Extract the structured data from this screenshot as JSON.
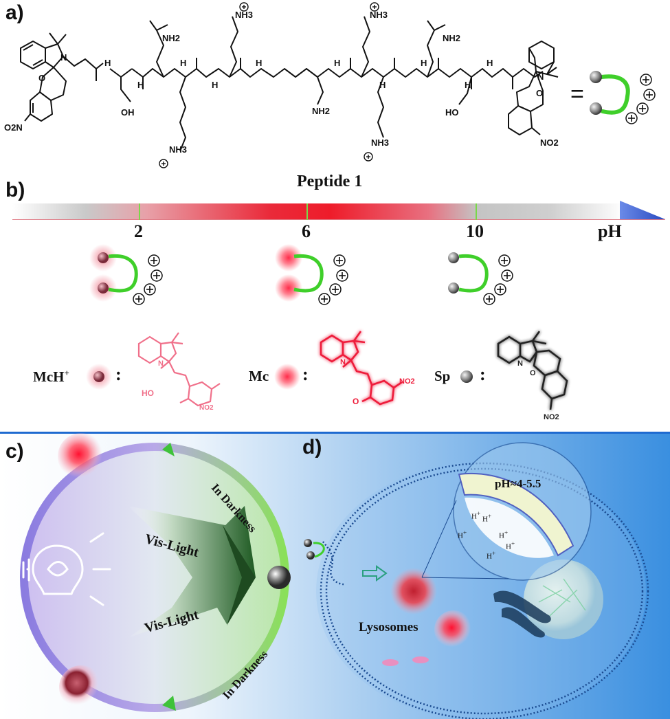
{
  "panels": {
    "a": "a)",
    "b": "b)",
    "c": "c)",
    "d": "d)"
  },
  "panel_a": {
    "groups": [
      "NH2",
      "NH2",
      "NH2",
      "NH3",
      "NH3",
      "NH3",
      "NH3",
      "OH",
      "HO",
      "O2N",
      "NO2",
      "N",
      "N",
      "O",
      "O",
      "H",
      "H",
      "H",
      "H",
      "H",
      "H",
      "H",
      "H",
      "H",
      "H"
    ],
    "equals": "=",
    "caption": "Peptide 1"
  },
  "panel_b": {
    "ticks": [
      "2",
      "6",
      "10"
    ],
    "axis_label": "pH",
    "species": [
      {
        "label": "McH",
        "superscript": "+",
        "color": "#f0708a",
        "structure_groups": [
          "N",
          "HO",
          "NO2"
        ]
      },
      {
        "label": "Mc",
        "superscript": "",
        "color": "#ee1c3a",
        "structure_groups": [
          "N",
          "O",
          "NO2"
        ]
      },
      {
        "label": "Sp",
        "superscript": "",
        "color": "#222222",
        "structure_groups": [
          "N",
          "O",
          "NO2"
        ]
      }
    ],
    "colon": ":"
  },
  "panel_c": {
    "arc_labels": [
      "In Darkness",
      "In Darkness"
    ],
    "arrow_labels": [
      "Vis-Light",
      "Vis-Light"
    ]
  },
  "panel_d": {
    "ph_label": "pH≈4-5.5",
    "proton": "H",
    "proton_sup": "+",
    "organelle_label": "Lysosomes"
  },
  "colors": {
    "peptide_backbone": "#3fcf2a",
    "mc_red": "#ee1c3a",
    "mch_pink": "#f0708a",
    "sp_gray": "#666666",
    "background_blue": "#3a8fe0"
  }
}
